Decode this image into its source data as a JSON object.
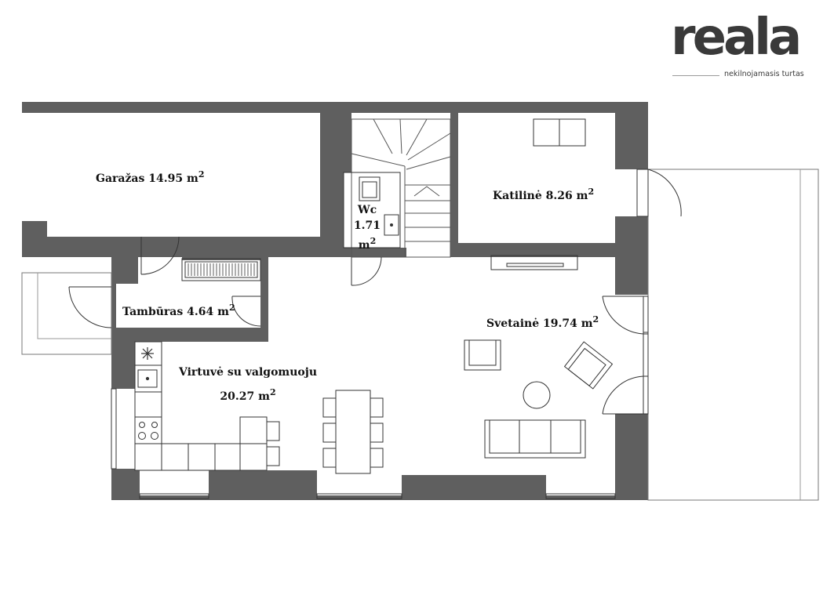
{
  "brand": {
    "name": "reala",
    "tagline": "nekilnojamasis turtas",
    "color": "#3a3a3a"
  },
  "colors": {
    "wall": "#5f5f5f",
    "line": "#333333",
    "background": "#ffffff"
  },
  "rooms": {
    "garage": {
      "name": "Garažas",
      "area": "14.95",
      "unit": "m",
      "exp": "2"
    },
    "boiler": {
      "name": "Katilinė",
      "area": "8.26",
      "unit": "m",
      "exp": "2"
    },
    "wc": {
      "name": "Wc",
      "area": "1.71",
      "unit": "m",
      "exp": "2"
    },
    "vestibule": {
      "name": "Tambūras",
      "area": "4.64",
      "unit": "m",
      "exp": "2"
    },
    "living": {
      "name": "Svetainė",
      "area": "19.74",
      "unit": "m",
      "exp": "2"
    },
    "kitchen": {
      "name": "Virtuvė su valgomuoju",
      "area": "20.27",
      "unit": "m",
      "exp": "2"
    }
  }
}
